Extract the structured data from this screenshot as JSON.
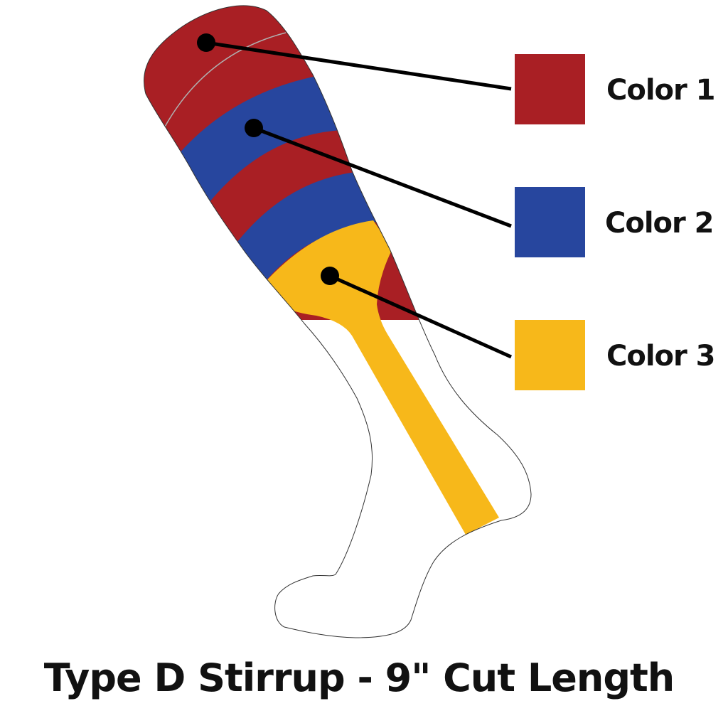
{
  "colors": {
    "color1": "#A91F24",
    "color2": "#27469E",
    "color3": "#F7B81A"
  },
  "legend": [
    {
      "label": "Color 1"
    },
    {
      "label": "Color 2"
    },
    {
      "label": "Color 3"
    }
  ],
  "title": "Type D Stirrup - 9\" Cut Length"
}
